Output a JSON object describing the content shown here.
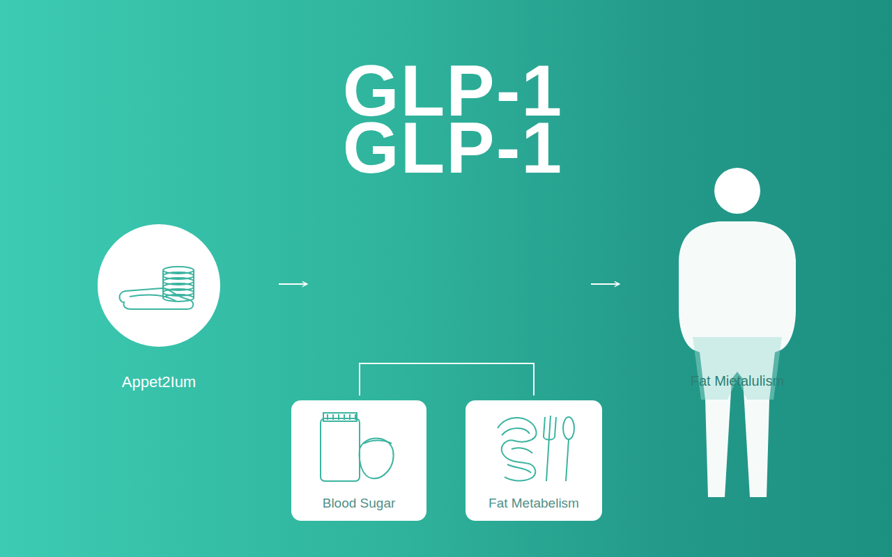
{
  "diagram": {
    "title": "GLP-1",
    "nodes": [
      {
        "text": [
          "Appet2Ium"
        ]
      },
      {
        "text": [
          "Blood Sugar"
        ]
      },
      {
        "text": [
          "Fat Metabelism"
        ]
      },
      {
        "text": [
          "Fat Mietalulism"
        ]
      }
    ],
    "labels": [
      "GLP-1"
    ]
  }
}
